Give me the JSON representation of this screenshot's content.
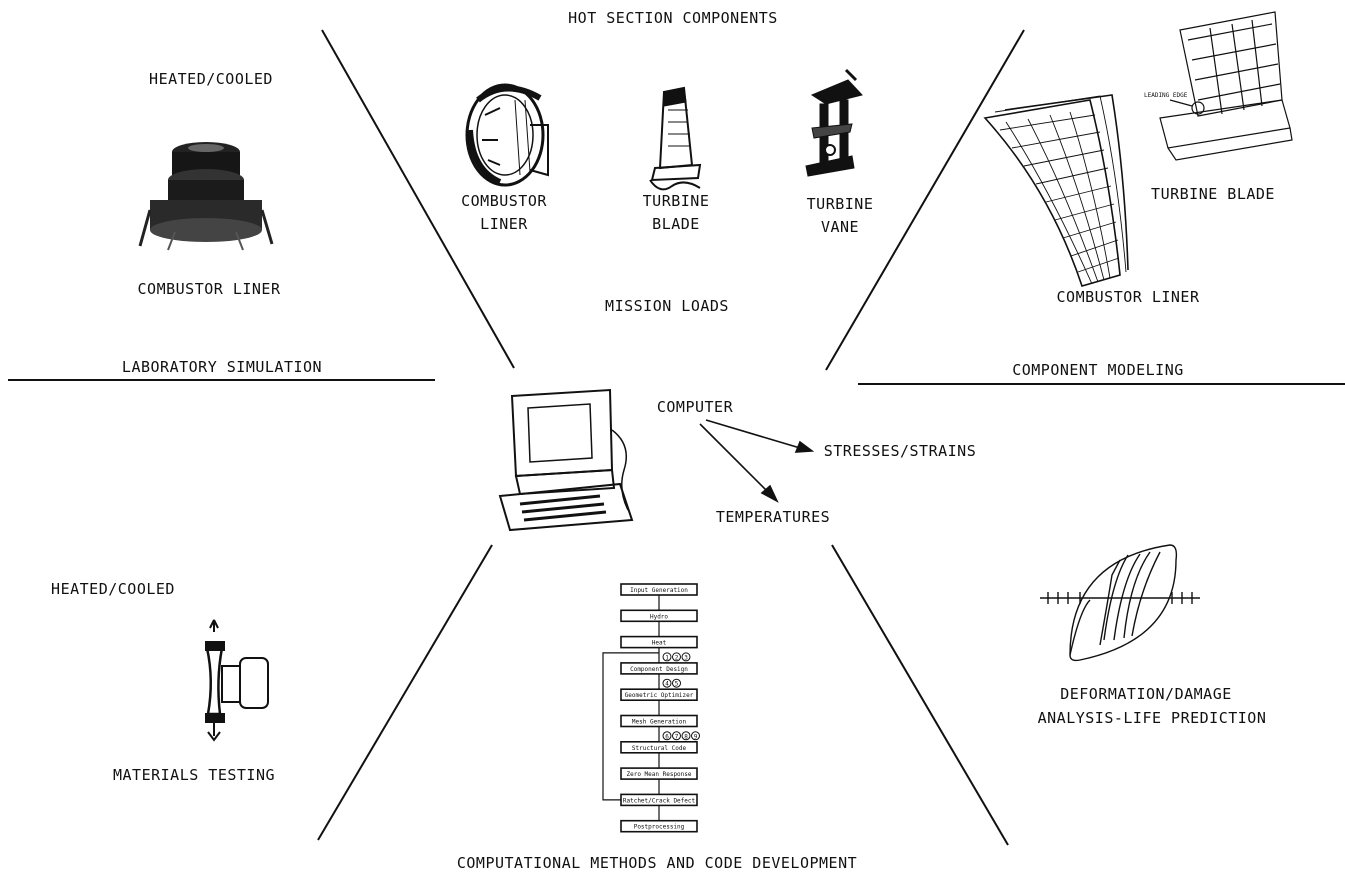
{
  "hot_section": {
    "title": "HOT SECTION COMPONENTS",
    "components": [
      {
        "line1": "COMBUSTOR",
        "line2": "LINER"
      },
      {
        "line1": "TURBINE",
        "line2": "BLADE"
      },
      {
        "line1": "TURBINE",
        "line2": "VANE"
      }
    ],
    "footer": "MISSION LOADS"
  },
  "laboratory": {
    "heading": "HEATED/COOLED",
    "item": "COMBUSTOR LINER",
    "section": "LABORATORY SIMULATION"
  },
  "modeling": {
    "blade": "TURBINE BLADE",
    "liner": "COMBUSTOR LINER",
    "section": "COMPONENT MODELING",
    "leading_edge": "LEADING EDGE"
  },
  "computer": {
    "label": "COMPUTER",
    "outputs": [
      "STRESSES/STRAINS",
      "TEMPERATURES"
    ]
  },
  "materials": {
    "heading": "HEATED/COOLED",
    "section": "MATERIALS TESTING"
  },
  "computational": {
    "section": "COMPUTATIONAL METHODS AND CODE DEVELOPMENT",
    "flow_steps": [
      "Input Generation",
      "Hydro",
      "Heat",
      "Component Design",
      "Geometric Optimizer",
      "Mesh Generation",
      "Structural Code",
      "Zero Mean Response",
      "Ratchet/Crack Defect",
      "Postprocessing"
    ],
    "markers": [
      [
        "1",
        "2",
        "3"
      ],
      [
        "4",
        "5"
      ],
      [
        "6",
        "7",
        "8",
        "9"
      ]
    ]
  },
  "deformation": {
    "line1": "DEFORMATION/DAMAGE",
    "line2": "ANALYSIS-LIFE PREDICTION"
  }
}
